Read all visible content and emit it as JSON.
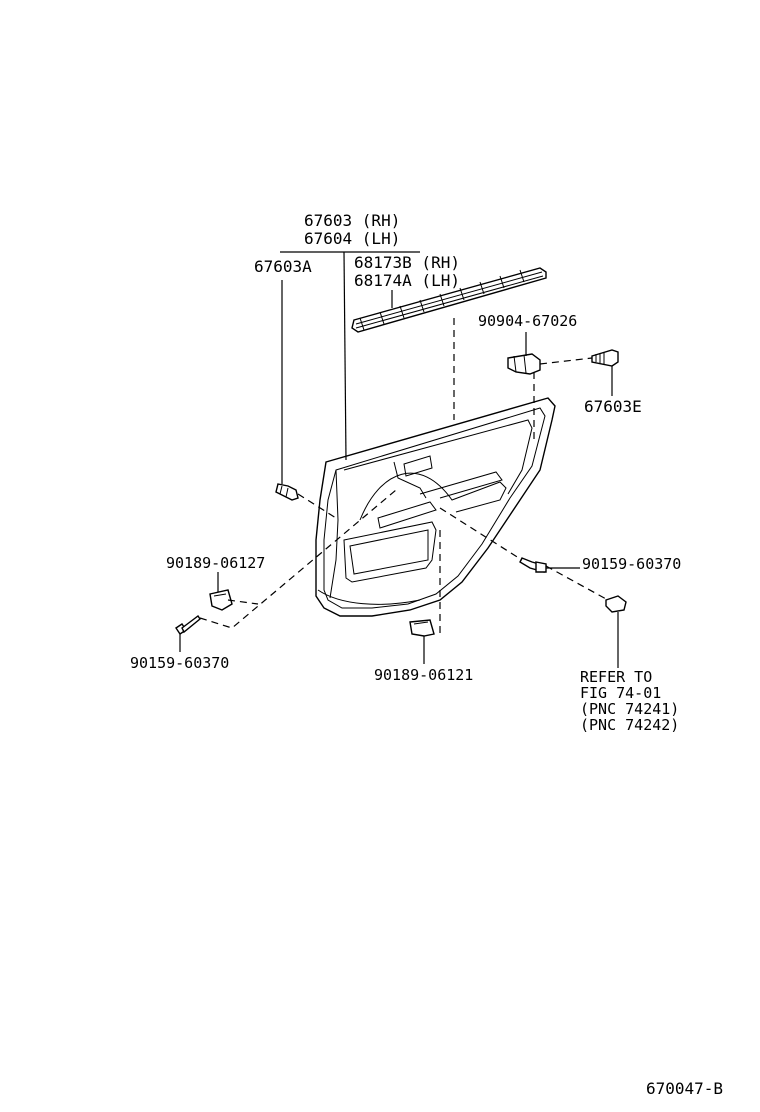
{
  "labels": {
    "panel_rh": "67603 (RH)",
    "panel_lh": "67604 (LH)",
    "clip_67603a": "67603A",
    "weatherstrip_rh": "68173B (RH)",
    "weatherstrip_lh": "68174A (LH)",
    "clip_90904": "90904-67026",
    "clip_67603e": "67603E",
    "nut_90189_06127": "90189-06127",
    "screw_90159_left": "90159-60370",
    "screw_90159_right": "90159-60370",
    "nut_90189_06121": "90189-06121",
    "refer_line1": "REFER TO",
    "refer_line2": "FIG 74-01",
    "refer_line3": "(PNC 74241)",
    "refer_line4": "(PNC 74242)",
    "diagram_code": "670047-B"
  }
}
